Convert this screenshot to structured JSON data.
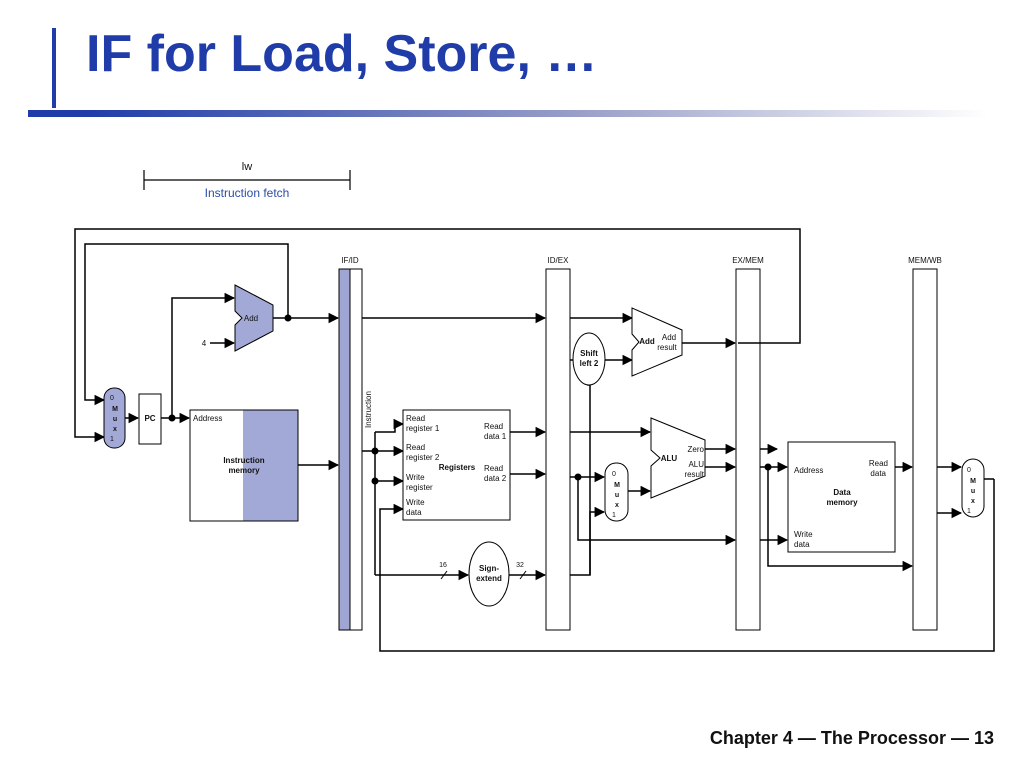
{
  "slide": {
    "title": "IF for Load, Store, …",
    "footer": "Chapter 4 — The Processor — 13"
  },
  "colors": {
    "title": "#1f3ca8",
    "stage_highlight": "#9fa6d4",
    "component_fill": "#a3a9d6",
    "line": "#000000"
  },
  "diagram": {
    "instruction": "lw",
    "stage_caption": "Instruction fetch",
    "pipeline_registers": {
      "if_id": "IF/ID",
      "id_ex": "ID/EX",
      "ex_mem": "EX/MEM",
      "mem_wb": "MEM/WB"
    },
    "pc_adder": {
      "label": "Add",
      "constant": "4"
    },
    "pc_mux": {
      "in0": "0",
      "m": "M",
      "u": "u",
      "x": "x",
      "in1": "1"
    },
    "pc": "PC",
    "instruction_memory": {
      "address": "Address",
      "line1": "Instruction",
      "line2": "memory"
    },
    "instruction_bus": "Instruction",
    "registers": {
      "read_reg1_a": "Read",
      "read_reg1_b": "register 1",
      "read_reg2_a": "Read",
      "read_reg2_b": "register 2",
      "write_reg_a": "Write",
      "write_reg_b": "register",
      "write_data_a": "Write",
      "write_data_b": "data",
      "name": "Registers",
      "read_data1_a": "Read",
      "read_data1_b": "data 1",
      "read_data2_a": "Read",
      "read_data2_b": "data 2"
    },
    "sign_extend": {
      "line1": "Sign-",
      "line2": "extend",
      "in_bits": "16",
      "out_bits": "32"
    },
    "shift_left": {
      "line1": "Shift",
      "line2": "left 2"
    },
    "branch_adder": {
      "label": "Add",
      "result_a": "Add",
      "result_b": "result"
    },
    "alu_mux": {
      "in0": "0",
      "m": "M",
      "u": "u",
      "x": "x",
      "in1": "1"
    },
    "alu": {
      "label": "ALU",
      "zero": "Zero",
      "result_a": "ALU",
      "result_b": "result"
    },
    "data_memory": {
      "address": "Address",
      "read_a": "Read",
      "read_b": "data",
      "line1": "Data",
      "line2": "memory",
      "write_a": "Write",
      "write_b": "data"
    },
    "wb_mux": {
      "in0": "0",
      "m": "M",
      "u": "u",
      "x": "x",
      "in1": "1"
    }
  }
}
